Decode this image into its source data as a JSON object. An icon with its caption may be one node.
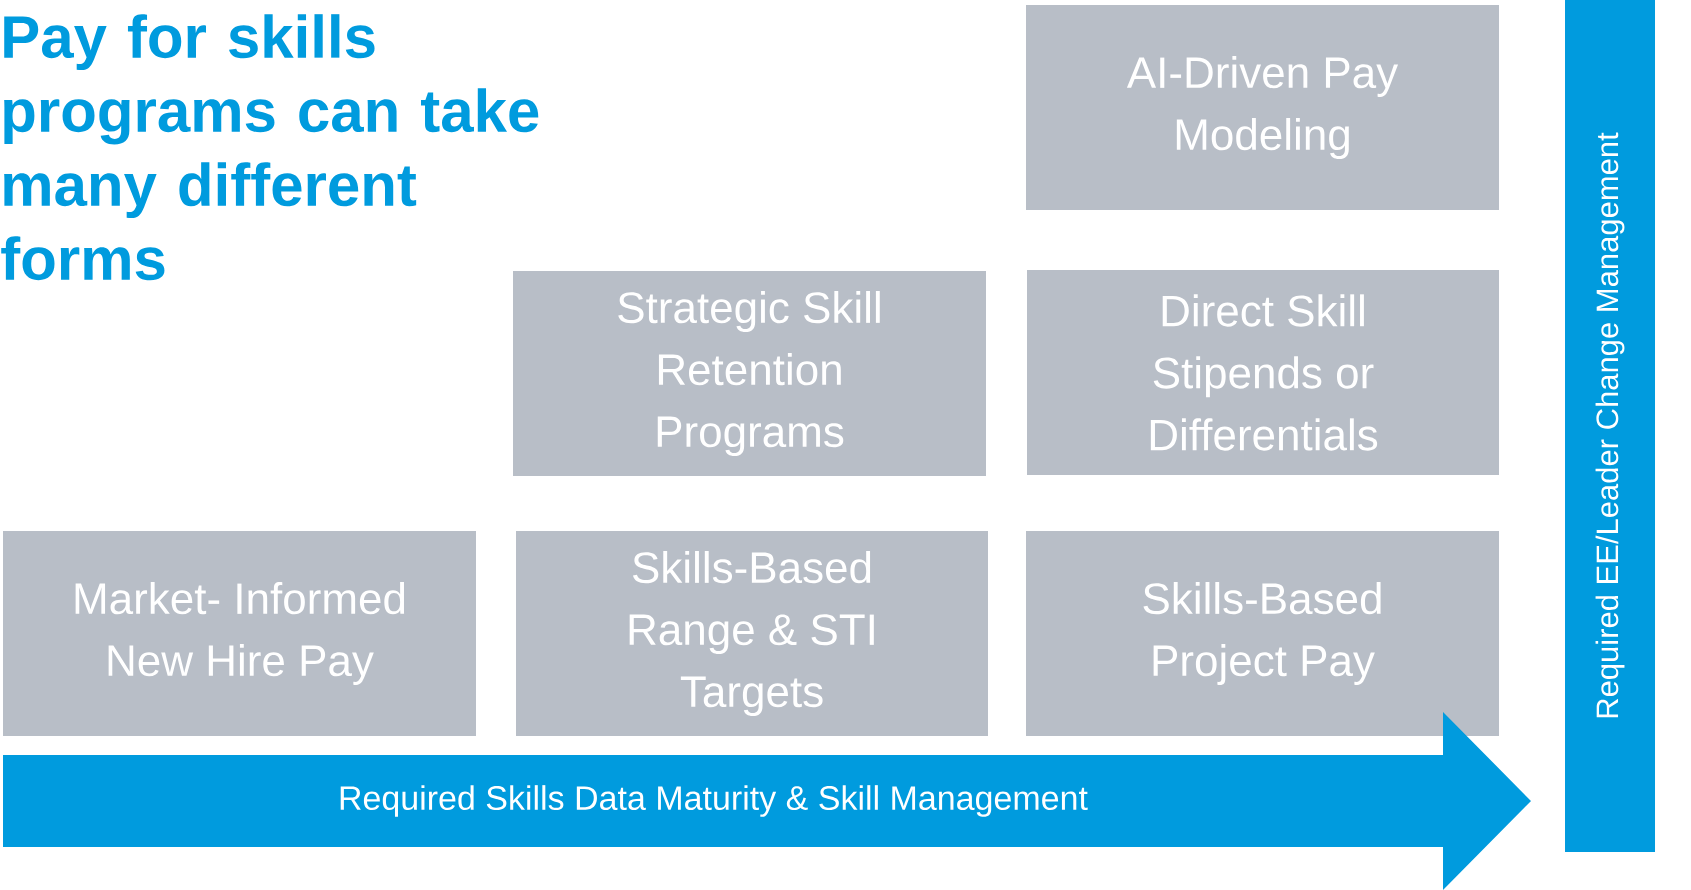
{
  "diagram": {
    "title": "Pay for skills programs can take many different forms",
    "nodes": [
      {
        "text": [
          "AI-Driven Pay Modeling"
        ]
      },
      {
        "text": [
          "Strategic Skill Retention Programs"
        ]
      },
      {
        "text": [
          "Direct Skill Stipends or Differentials"
        ]
      },
      {
        "text": [
          "Market- Informed New Hire Pay"
        ]
      },
      {
        "text": [
          "Skills-Based Range & STI Targets"
        ]
      },
      {
        "text": [
          "Skills-Based Project Pay"
        ]
      },
      {
        "text": [
          "Required Skills Data Maturity & Skill Management"
        ]
      },
      {
        "text": [
          "Required EE/Leader Change Management"
        ]
      }
    ],
    "edges": []
  }
}
